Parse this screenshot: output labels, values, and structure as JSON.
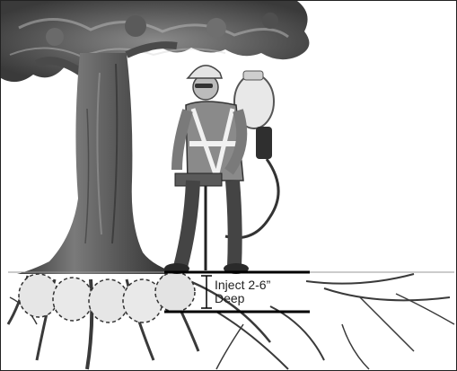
{
  "illustration": {
    "subject": "worker injecting into soil beneath tree root zone",
    "callout": {
      "line1": "Inject 2-6”",
      "line2": "Deep"
    }
  }
}
